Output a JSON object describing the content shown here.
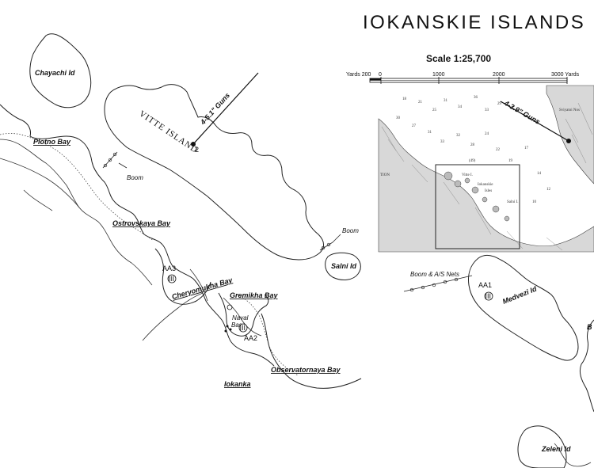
{
  "map": {
    "title": "IOKANSKIE ISLANDS",
    "scale": {
      "title": "Scale 1:25,700",
      "ticks": [
        "Yards 200",
        "0",
        "1000",
        "2000",
        "3000 Yards"
      ]
    },
    "islands": {
      "chayachi": "Chayachi Id",
      "vitte": "VITTE ISLAND",
      "salni": "Salni Id",
      "medvezhi": "Medvezi Id",
      "zeleni": "Zeleni Id"
    },
    "bays": {
      "plotno": "Plotno Bay",
      "ostrovskaya": "Ostrovskaya Bay",
      "cheryomukha": "Cheryomukha Bay",
      "gremikha": "Gremikha Bay",
      "observatornaya": "Observatornaya Bay"
    },
    "places": {
      "iokanka": "Iokanka",
      "naval_base_line1": "Naval",
      "naval_base_line2": "Base"
    },
    "features": {
      "boom_west": "Boom",
      "boom_east": "Boom",
      "boom_nets": "Boom & A/S Nets"
    },
    "batteries": {
      "aa1": "AA1",
      "aa2": "AA2",
      "aa3": "AA3",
      "aa_symbol": "III"
    },
    "guns": {
      "main": "4-5.1\" Guns",
      "inset": "4-3.9\" Guns",
      "marker": "2"
    },
    "inset": {
      "label_tion": "TION",
      "iokanskie": "Iokanskie",
      "isles": "Isles",
      "vitte": "Vitte I.",
      "salni": "Salni I.",
      "sviyatoi": "Sviyatoi Nos",
      "area_code": "(49)"
    }
  }
}
